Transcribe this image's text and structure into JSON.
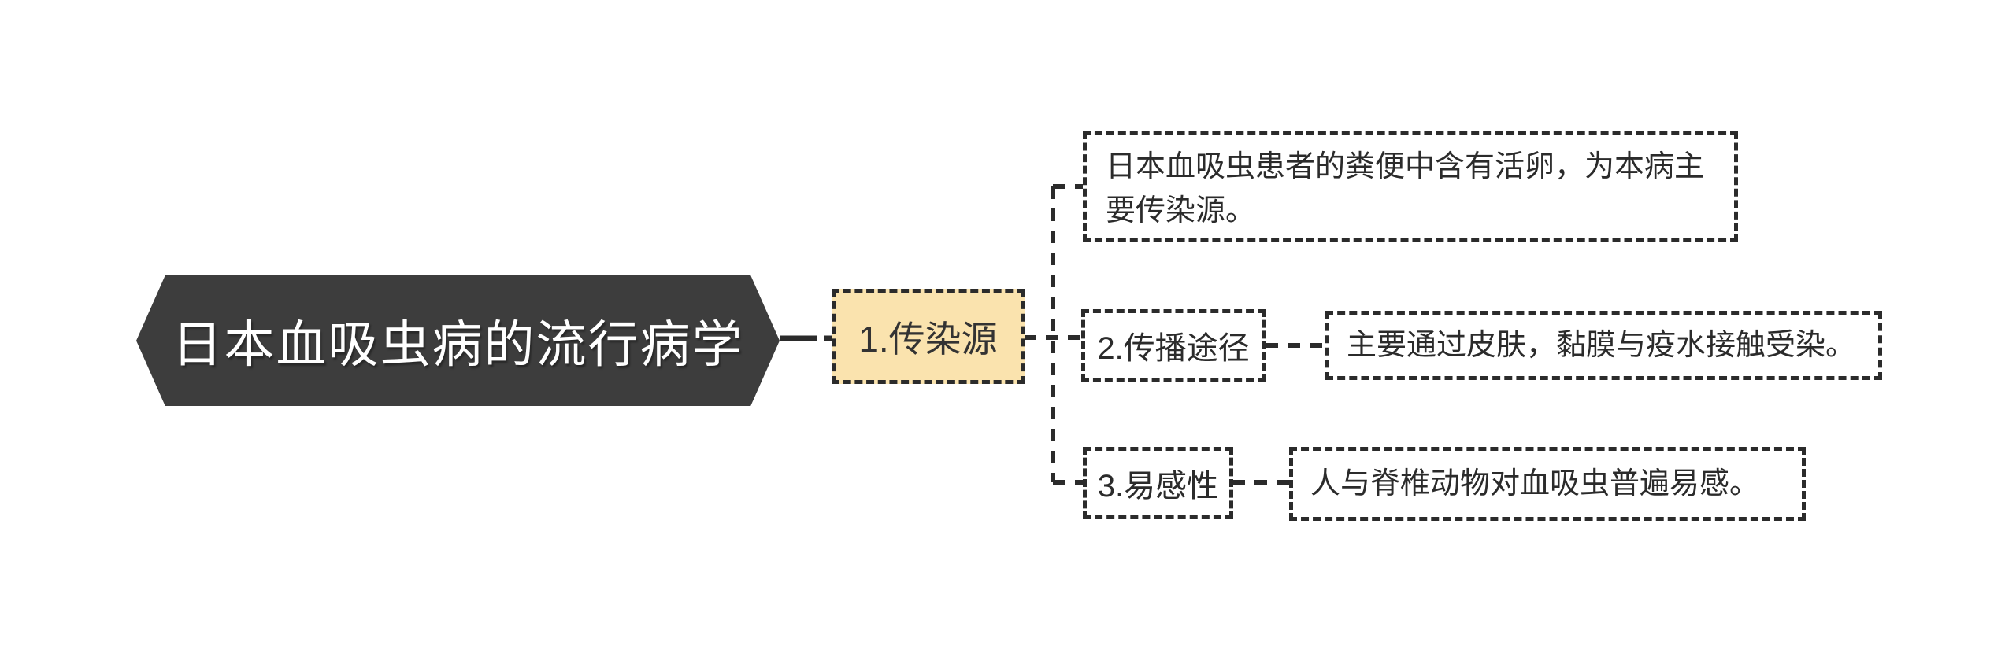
{
  "diagram": {
    "type": "mindmap",
    "root": {
      "label": "日本血吸虫病的流行病学"
    },
    "branch": {
      "label": "1.传染源",
      "children": [
        {
          "type": "note",
          "text": "日本血吸虫患者的粪便中含有活卵，为本病主要传染源。"
        },
        {
          "type": "topic",
          "label": "2.传播途径",
          "note": "主要通过皮肤，黏膜与疫水接触受染。"
        },
        {
          "type": "topic",
          "label": "3.易感性",
          "note": "人与脊椎动物对血吸虫普遍易感。"
        }
      ]
    },
    "colors": {
      "root_bg": "#3d3d3d",
      "root_text": "#ffffff",
      "branch_bg": "#fae3ae",
      "note_bg": "#ffffff",
      "line": "#2b2b2b",
      "text": "#2b2b2b"
    }
  }
}
